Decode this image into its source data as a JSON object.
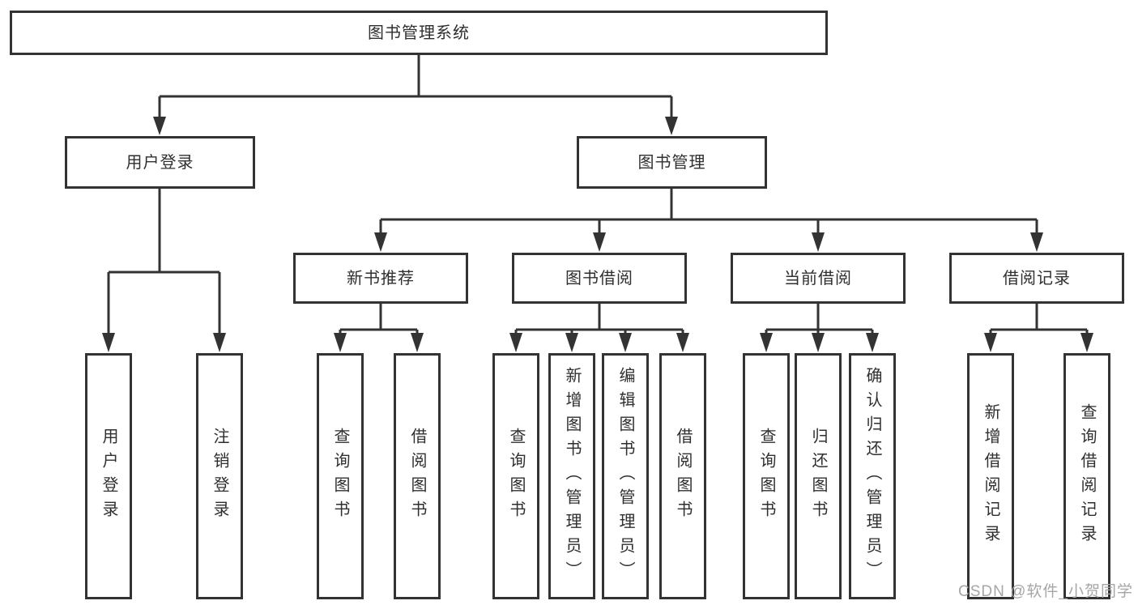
{
  "diagram": {
    "tree": {
      "label": "图书管理系统",
      "children": [
        {
          "label": "用户登录",
          "children": [
            {
              "label": "用户登录"
            },
            {
              "label": "注销登录"
            }
          ]
        },
        {
          "label": "图书管理",
          "children": [
            {
              "label": "新书推荐",
              "children": [
                {
                  "label": "查询图书"
                },
                {
                  "label": "借阅图书"
                }
              ]
            },
            {
              "label": "图书借阅",
              "children": [
                {
                  "label": "查询图书"
                },
                {
                  "label": "新增图书（管理员）"
                },
                {
                  "label": "编辑图书（管理员）"
                },
                {
                  "label": "借阅图书"
                }
              ]
            },
            {
              "label": "当前借阅",
              "children": [
                {
                  "label": "查询图书"
                },
                {
                  "label": "归还图书"
                },
                {
                  "label": "确认归还（管理员）"
                }
              ]
            },
            {
              "label": "借阅记录",
              "children": [
                {
                  "label": "新增借阅记录"
                },
                {
                  "label": "查询借阅记录"
                }
              ]
            }
          ]
        }
      ]
    },
    "colors": {
      "line": "#333333",
      "text": "#2f2f2f",
      "watermark": "#a6a6a6",
      "background": "#ffffff"
    }
  },
  "watermark": {
    "text": "CSDN @软件_小贺同学"
  }
}
